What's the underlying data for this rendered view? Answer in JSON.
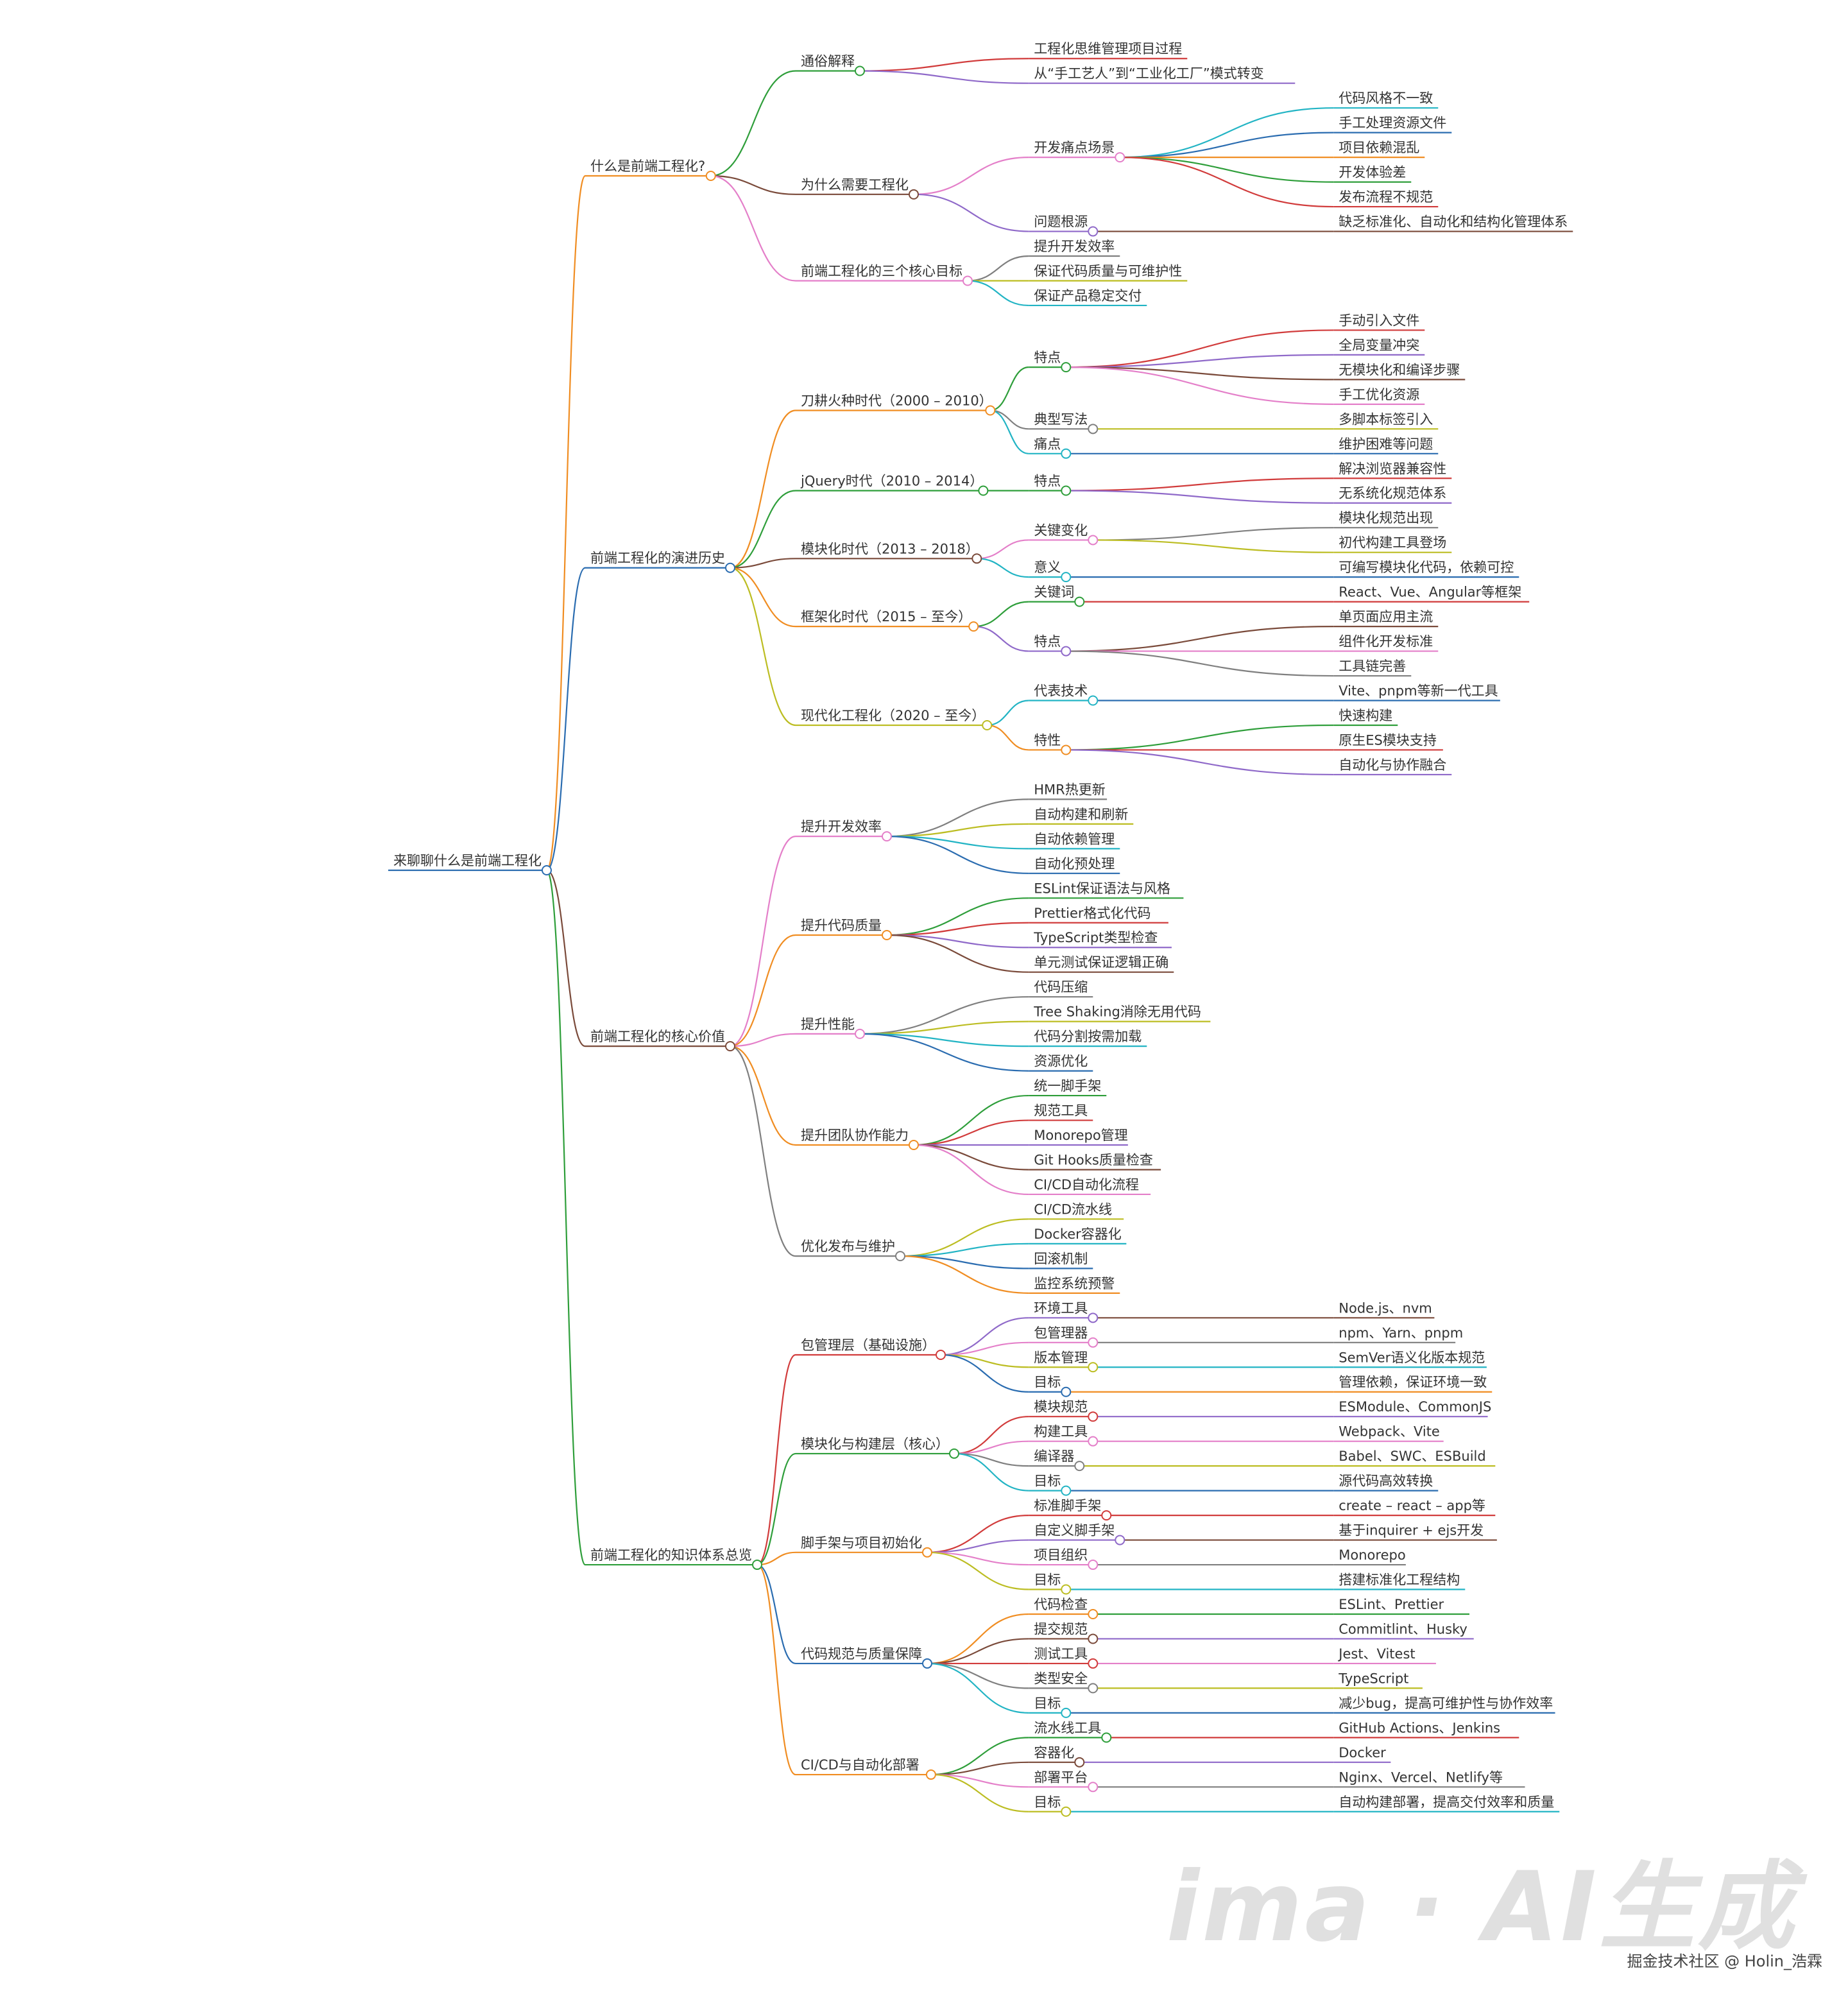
{
  "root": {
    "label": "来聊聊什么是前端工程化",
    "children": [
      {
        "label": "什么是前端工程化?",
        "color": "#f08d22",
        "children": [
          {
            "label": "通俗解释",
            "color": "#2e9e3a",
            "children": [
              {
                "label": "工程化思维管理项目过程",
                "color": "#d13b3b"
              },
              {
                "label": "从“手工艺人”到“工业化工厂”模式转变",
                "color": "#8f69c9"
              }
            ]
          },
          {
            "label": "为什么需要工程化",
            "color": "#7a4a3a",
            "children": [
              {
                "label": "开发痛点场景",
                "color": "#e47fc9",
                "children": [
                  {
                    "label": "代码风格不一致",
                    "color": "#22b4c4"
                  },
                  {
                    "label": "手工处理资源文件",
                    "color": "#2a6cb0"
                  },
                  {
                    "label": "项目依赖混乱",
                    "color": "#f08d22"
                  },
                  {
                    "label": "开发体验差",
                    "color": "#2e9e3a"
                  },
                  {
                    "label": "发布流程不规范",
                    "color": "#d13b3b"
                  }
                ]
              },
              {
                "label": "问题根源",
                "color": "#8f69c9",
                "children": [
                  {
                    "label": "缺乏标准化、自动化和结构化管理体系",
                    "color": "#7a4a3a"
                  }
                ]
              }
            ]
          },
          {
            "label": "前端工程化的三个核心目标",
            "color": "#e47fc9",
            "children": [
              {
                "label": "提升开发效率",
                "color": "#7f7f7f"
              },
              {
                "label": "保证代码质量与可维护性",
                "color": "#bcbd22"
              },
              {
                "label": "保证产品稳定交付",
                "color": "#22b4c4"
              }
            ]
          }
        ]
      },
      {
        "label": "前端工程化的演进历史",
        "color": "#2a6cb0",
        "children": [
          {
            "label": "刀耕火种时代（2000 – 2010）",
            "color": "#f08d22",
            "children": [
              {
                "label": "特点",
                "color": "#2e9e3a",
                "children": [
                  {
                    "label": "手动引入文件",
                    "color": "#d13b3b"
                  },
                  {
                    "label": "全局变量冲突",
                    "color": "#8f69c9"
                  },
                  {
                    "label": "无模块化和编译步骤",
                    "color": "#7a4a3a"
                  },
                  {
                    "label": "手工优化资源",
                    "color": "#e47fc9"
                  }
                ]
              },
              {
                "label": "典型写法",
                "color": "#7f7f7f",
                "children": [
                  {
                    "label": "多脚本标签引入",
                    "color": "#bcbd22"
                  }
                ]
              },
              {
                "label": "痛点",
                "color": "#22b4c4",
                "children": [
                  {
                    "label": "维护困难等问题",
                    "color": "#2a6cb0"
                  }
                ]
              }
            ]
          },
          {
            "label": "jQuery时代（2010 – 2014）",
            "color": "#2e9e3a",
            "children": [
              {
                "label": "特点",
                "color": "#2e9e3a",
                "children": [
                  {
                    "label": "解决浏览器兼容性",
                    "color": "#d13b3b"
                  },
                  {
                    "label": "无系统化规范体系",
                    "color": "#8f69c9"
                  }
                ]
              }
            ]
          },
          {
            "label": "模块化时代（2013 – 2018）",
            "color": "#7a4a3a",
            "children": [
              {
                "label": "关键变化",
                "color": "#e47fc9",
                "children": [
                  {
                    "label": "模块化规范出现",
                    "color": "#7f7f7f"
                  },
                  {
                    "label": "初代构建工具登场",
                    "color": "#bcbd22"
                  }
                ]
              },
              {
                "label": "意义",
                "color": "#22b4c4",
                "children": [
                  {
                    "label": "可编写模块化代码，依赖可控",
                    "color": "#2a6cb0"
                  }
                ]
              }
            ]
          },
          {
            "label": "框架化时代（2015 – 至今）",
            "color": "#f08d22",
            "children": [
              {
                "label": "关键词",
                "color": "#2e9e3a",
                "children": [
                  {
                    "label": "React、Vue、Angular等框架",
                    "color": "#d13b3b"
                  }
                ]
              },
              {
                "label": "特点",
                "color": "#8f69c9",
                "children": [
                  {
                    "label": "单页面应用主流",
                    "color": "#7a4a3a"
                  },
                  {
                    "label": "组件化开发标准",
                    "color": "#e47fc9"
                  },
                  {
                    "label": "工具链完善",
                    "color": "#7f7f7f"
                  }
                ]
              }
            ]
          },
          {
            "label": "现代化工程化（2020 – 至今）",
            "color": "#bcbd22",
            "children": [
              {
                "label": "代表技术",
                "color": "#22b4c4",
                "children": [
                  {
                    "label": "Vite、pnpm等新一代工具",
                    "color": "#2a6cb0"
                  }
                ]
              },
              {
                "label": "特性",
                "color": "#f08d22",
                "children": [
                  {
                    "label": "快速构建",
                    "color": "#2e9e3a"
                  },
                  {
                    "label": "原生ES模块支持",
                    "color": "#d13b3b"
                  },
                  {
                    "label": "自动化与协作融合",
                    "color": "#8f69c9"
                  }
                ]
              }
            ]
          }
        ]
      },
      {
        "label": "前端工程化的核心价值",
        "color": "#7a4a3a",
        "children": [
          {
            "label": "提升开发效率",
            "color": "#e47fc9",
            "children": [
              {
                "label": "HMR热更新",
                "color": "#7f7f7f"
              },
              {
                "label": "自动构建和刷新",
                "color": "#bcbd22"
              },
              {
                "label": "自动依赖管理",
                "color": "#22b4c4"
              },
              {
                "label": "自动化预处理",
                "color": "#2a6cb0"
              }
            ]
          },
          {
            "label": "提升代码质量",
            "color": "#f08d22",
            "children": [
              {
                "label": "ESLint保证语法与风格",
                "color": "#2e9e3a"
              },
              {
                "label": "Prettier格式化代码",
                "color": "#d13b3b"
              },
              {
                "label": "TypeScript类型检查",
                "color": "#8f69c9"
              },
              {
                "label": "单元测试保证逻辑正确",
                "color": "#7a4a3a"
              }
            ]
          },
          {
            "label": "提升性能",
            "color": "#e47fc9",
            "children": [
              {
                "label": "代码压缩",
                "color": "#7f7f7f"
              },
              {
                "label": "Tree Shaking消除无用代码",
                "color": "#bcbd22"
              },
              {
                "label": "代码分割按需加载",
                "color": "#22b4c4"
              },
              {
                "label": "资源优化",
                "color": "#2a6cb0"
              }
            ]
          },
          {
            "label": "提升团队协作能力",
            "color": "#f08d22",
            "children": [
              {
                "label": "统一脚手架",
                "color": "#2e9e3a"
              },
              {
                "label": "规范工具",
                "color": "#d13b3b"
              },
              {
                "label": "Monorepo管理",
                "color": "#8f69c9"
              },
              {
                "label": "Git Hooks质量检查",
                "color": "#7a4a3a"
              },
              {
                "label": "CI/CD自动化流程",
                "color": "#e47fc9"
              }
            ]
          },
          {
            "label": "优化发布与维护",
            "color": "#7f7f7f",
            "children": [
              {
                "label": "CI/CD流水线",
                "color": "#bcbd22"
              },
              {
                "label": "Docker容器化",
                "color": "#22b4c4"
              },
              {
                "label": "回滚机制",
                "color": "#2a6cb0"
              },
              {
                "label": "监控系统预警",
                "color": "#f08d22"
              }
            ]
          }
        ]
      },
      {
        "label": "前端工程化的知识体系总览",
        "color": "#2e9e3a",
        "children": [
          {
            "label": "包管理层（基础设施）",
            "color": "#d13b3b",
            "children": [
              {
                "label": "环境工具",
                "color": "#8f69c9",
                "children": [
                  {
                    "label": "Node.js、nvm",
                    "color": "#7a4a3a"
                  }
                ]
              },
              {
                "label": "包管理器",
                "color": "#e47fc9",
                "children": [
                  {
                    "label": "npm、Yarn、pnpm",
                    "color": "#7f7f7f"
                  }
                ]
              },
              {
                "label": "版本管理",
                "color": "#bcbd22",
                "children": [
                  {
                    "label": "SemVer语义化版本规范",
                    "color": "#22b4c4"
                  }
                ]
              },
              {
                "label": "目标",
                "color": "#2a6cb0",
                "children": [
                  {
                    "label": "管理依赖，保证环境一致",
                    "color": "#f08d22"
                  }
                ]
              }
            ]
          },
          {
            "label": "模块化与构建层（核心）",
            "color": "#2e9e3a",
            "children": [
              {
                "label": "模块规范",
                "color": "#d13b3b",
                "children": [
                  {
                    "label": "ESModule、CommonJS",
                    "color": "#8f69c9"
                  }
                ]
              },
              {
                "label": "构建工具",
                "color": "#e47fc9",
                "children": [
                  {
                    "label": "Webpack、Vite",
                    "color": "#e47fc9"
                  }
                ]
              },
              {
                "label": "编译器",
                "color": "#7f7f7f",
                "children": [
                  {
                    "label": "Babel、SWC、ESBuild",
                    "color": "#bcbd22"
                  }
                ]
              },
              {
                "label": "目标",
                "color": "#22b4c4",
                "children": [
                  {
                    "label": "源代码高效转换",
                    "color": "#2a6cb0"
                  }
                ]
              }
            ]
          },
          {
            "label": "脚手架与项目初始化",
            "color": "#f08d22",
            "children": [
              {
                "label": "标准脚手架",
                "color": "#d13b3b",
                "children": [
                  {
                    "label": "create – react – app等",
                    "color": "#d13b3b"
                  }
                ]
              },
              {
                "label": "自定义脚手架",
                "color": "#8f69c9",
                "children": [
                  {
                    "label": "基于inquirer + ejs开发",
                    "color": "#7a4a3a"
                  }
                ]
              },
              {
                "label": "项目组织",
                "color": "#e47fc9",
                "children": [
                  {
                    "label": "Monorepo",
                    "color": "#7f7f7f"
                  }
                ]
              },
              {
                "label": "目标",
                "color": "#bcbd22",
                "children": [
                  {
                    "label": "搭建标准化工程结构",
                    "color": "#22b4c4"
                  }
                ]
              }
            ]
          },
          {
            "label": "代码规范与质量保障",
            "color": "#2a6cb0",
            "children": [
              {
                "label": "代码检查",
                "color": "#f08d22",
                "children": [
                  {
                    "label": "ESLint、Prettier",
                    "color": "#2e9e3a"
                  }
                ]
              },
              {
                "label": "提交规范",
                "color": "#7a4a3a",
                "children": [
                  {
                    "label": "Commitlint、Husky",
                    "color": "#8f69c9"
                  }
                ]
              },
              {
                "label": "测试工具",
                "color": "#d13b3b",
                "children": [
                  {
                    "label": "Jest、Vitest",
                    "color": "#e47fc9"
                  }
                ]
              },
              {
                "label": "类型安全",
                "color": "#7f7f7f",
                "children": [
                  {
                    "label": "TypeScript",
                    "color": "#bcbd22"
                  }
                ]
              },
              {
                "label": "目标",
                "color": "#22b4c4",
                "children": [
                  {
                    "label": "减少bug，提高可维护性与协作效率",
                    "color": "#2a6cb0"
                  }
                ]
              }
            ]
          },
          {
            "label": "CI/CD与自动化部署",
            "color": "#f08d22",
            "children": [
              {
                "label": "流水线工具",
                "color": "#2e9e3a",
                "children": [
                  {
                    "label": "GitHub Actions、Jenkins",
                    "color": "#d13b3b"
                  }
                ]
              },
              {
                "label": "容器化",
                "color": "#7a4a3a",
                "children": [
                  {
                    "label": "Docker",
                    "color": "#8f69c9"
                  }
                ]
              },
              {
                "label": "部署平台",
                "color": "#e47fc9",
                "children": [
                  {
                    "label": "Nginx、Vercel、Netlify等",
                    "color": "#7f7f7f"
                  }
                ]
              },
              {
                "label": "目标",
                "color": "#bcbd22",
                "children": [
                  {
                    "label": "自动构建部署，提高交付效率和质量",
                    "color": "#22b4c4"
                  }
                ]
              }
            ]
          }
        ]
      }
    ]
  },
  "watermark": "ima · AI生成",
  "credit": "掘金技术社区 @ Holin_浩霖"
}
